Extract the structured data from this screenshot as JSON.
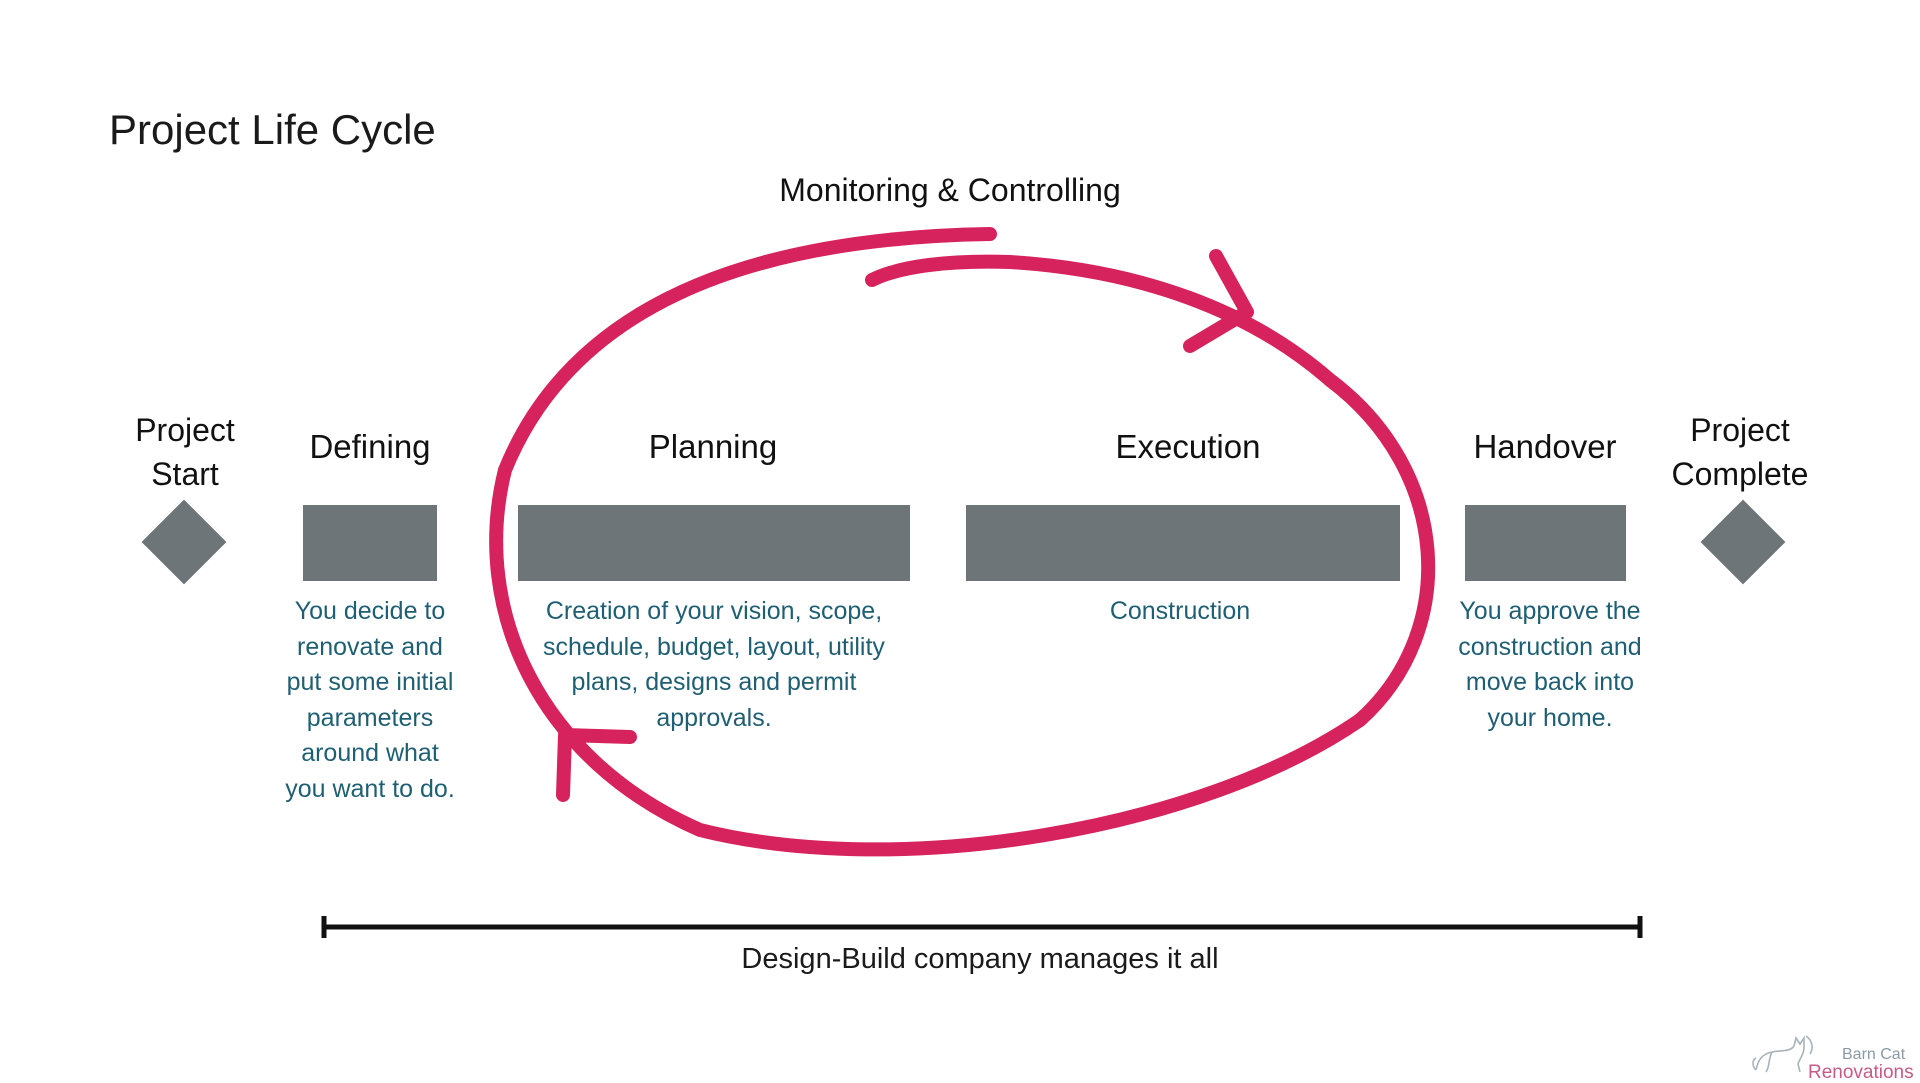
{
  "title": "Project Life Cycle",
  "monitoring_label": "Monitoring & Controlling",
  "milestones": {
    "start": {
      "line1": "Project",
      "line2": "Start"
    },
    "complete": {
      "line1": "Project",
      "line2": "Complete"
    }
  },
  "phases": [
    {
      "name": "Defining",
      "description": "You decide to renovate and put some initial parameters around what you want to do."
    },
    {
      "name": "Planning",
      "description": "Creation of your vision, scope, schedule, budget, layout, utility plans, designs and permit approvals."
    },
    {
      "name": "Execution",
      "description": "Construction"
    },
    {
      "name": "Handover",
      "description": "You approve the construction and move back into your home."
    }
  ],
  "footer_label": "Design-Build company manages it all",
  "logo": {
    "line1": "Barn Cat",
    "line2": "Renovations"
  },
  "colors": {
    "bar": "#6e7578",
    "cycle": "#d6225d",
    "description_text": "#1f5f73"
  }
}
